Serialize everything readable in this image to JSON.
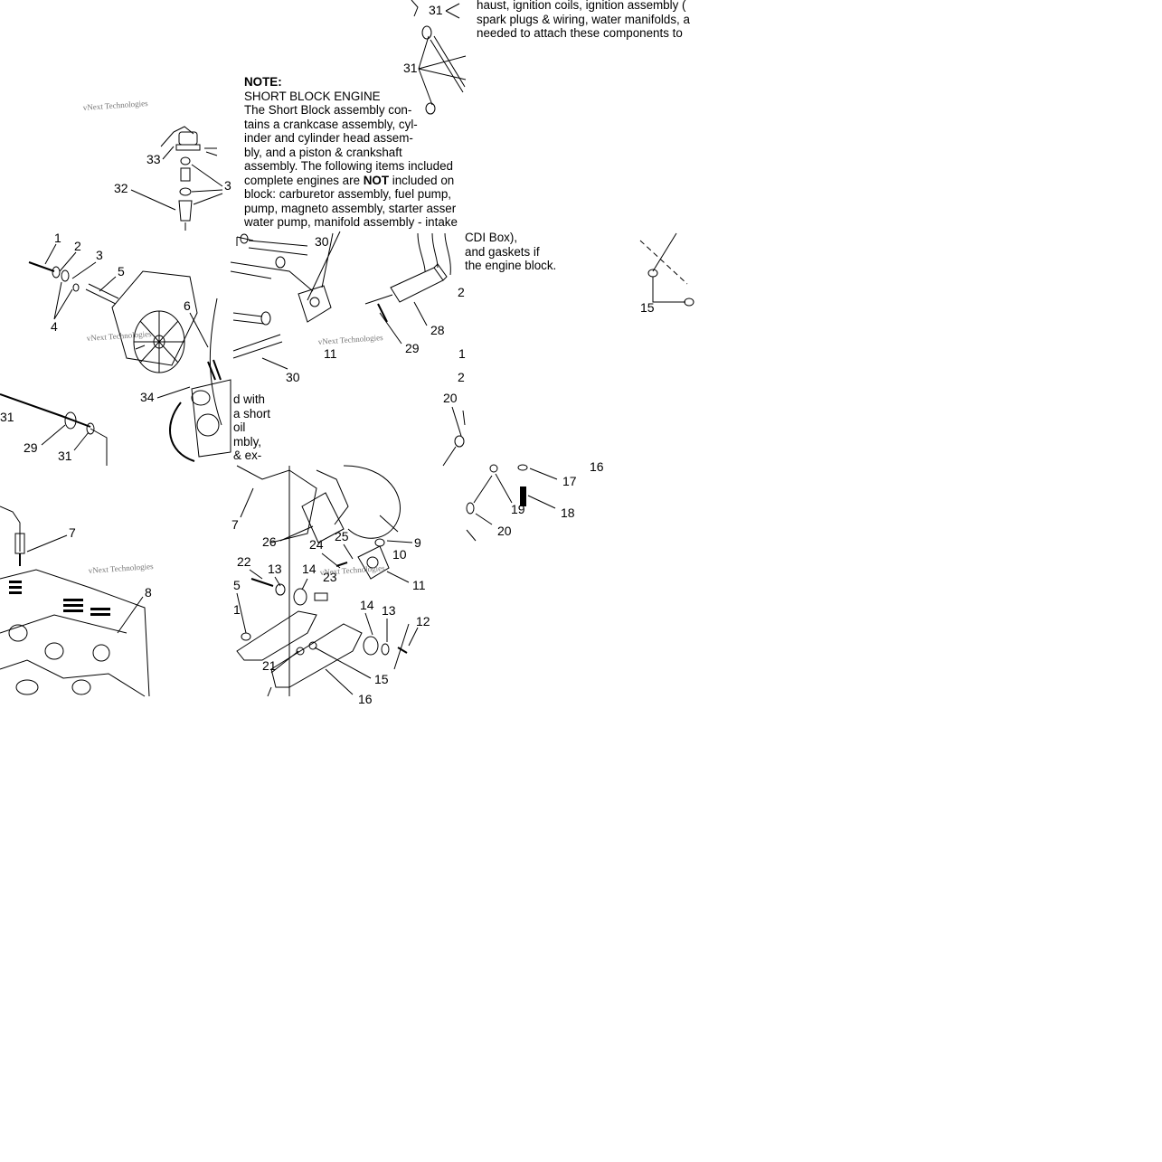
{
  "watermark": "vNext Technologies",
  "note_main": {
    "heading": "NOTE:",
    "title": "SHORT BLOCK ENGINE",
    "lines": [
      "The Short Block assembly con-",
      "tains a crankcase assembly, cyl-",
      "inder and cylinder head assem-",
      "bly, and a piston & crankshaft",
      "assembly.  The following items included",
      "block:  carburetor assembly, fuel pump,",
      "pump, magneto assembly, starter asser",
      "water pump, manifold assembly - intake"
    ],
    "bold_line_pre": "complete engines are ",
    "bold_word": "NOT",
    "bold_line_post": " included on"
  },
  "note_top_right": {
    "lines": [
      "haust, ignition coils, ignition assembly (",
      "spark plugs & wiring, water manifolds, a",
      "needed to attach these components to"
    ]
  },
  "note_mid_right": {
    "lines": [
      "CDI Box),",
      "and gaskets if",
      "the engine block."
    ]
  },
  "note_mid_left": {
    "lines": [
      "d with",
      "a short",
      "oil",
      "mbly,",
      "& ex-"
    ]
  },
  "callouts": {
    "c1": "1",
    "c2": "2",
    "c3": "3",
    "c4": "4",
    "c5": "5",
    "c6": "6",
    "c33": "33",
    "c32": "32",
    "c3b": "3",
    "c34": "34",
    "c29a": "29",
    "c31a": "31",
    "c31edge": "31",
    "c7": "7",
    "c8": "8",
    "c31t": "31",
    "c31m": "31",
    "c30a": "30",
    "c30b": "30",
    "c11a": "11",
    "c29b": "29",
    "c28": "28",
    "c2a": "2",
    "c1r": "1",
    "c2b": "2",
    "c20a": "20",
    "c16a": "16",
    "c17": "17",
    "c18": "18",
    "c19": "19",
    "c20b": "20",
    "c15a": "15",
    "c27": "7",
    "c26": "26",
    "c24": "24",
    "c25": "25",
    "c9": "9",
    "c10": "10",
    "c11b": "11",
    "c22": "22",
    "c13a": "13",
    "c14a": "14",
    "c23": "23",
    "c5b": "5",
    "c21a": "1",
    "c14b": "14",
    "c13b": "13",
    "c12": "12",
    "c21b": "21",
    "c15b": "15",
    "c16b": "16"
  }
}
